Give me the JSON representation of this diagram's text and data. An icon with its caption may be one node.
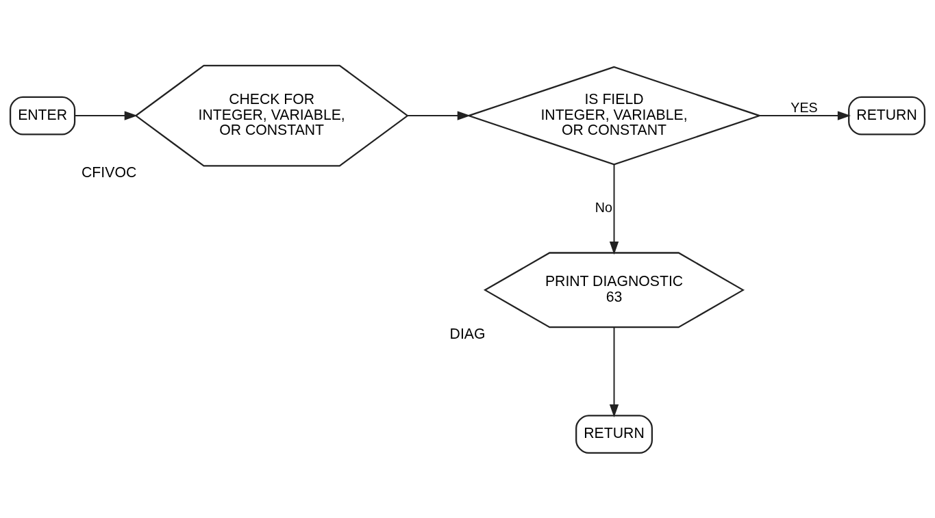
{
  "diagram": {
    "nodes": [
      {
        "text": [
          "ENTER"
        ]
      },
      {
        "text": [
          "CHECK FOR INTEGER, VARIABLE, OR CONSTANT"
        ],
        "beside": [
          "CFIVOC"
        ]
      },
      {
        "text": [
          "IS FIELD INTEGER, VARIABLE, OR CONSTANT"
        ]
      },
      {
        "text": [
          "RETURN"
        ]
      },
      {
        "text": [
          "PRINT DIAGNOSTIC 63"
        ],
        "beside": [
          "DIAG"
        ]
      },
      {
        "text": [
          "RETURN"
        ]
      }
    ],
    "edges": [
      {
        "from": 0,
        "to": 1,
        "arrow": "to"
      },
      {
        "from": 1,
        "to": 2,
        "arrow": "to"
      },
      {
        "from": 2,
        "to": 3,
        "arrow": "to",
        "label": "YES"
      },
      {
        "from": 2,
        "to": 4,
        "arrow": "to",
        "label": "No"
      },
      {
        "from": 4,
        "to": 5,
        "arrow": "to"
      }
    ]
  }
}
